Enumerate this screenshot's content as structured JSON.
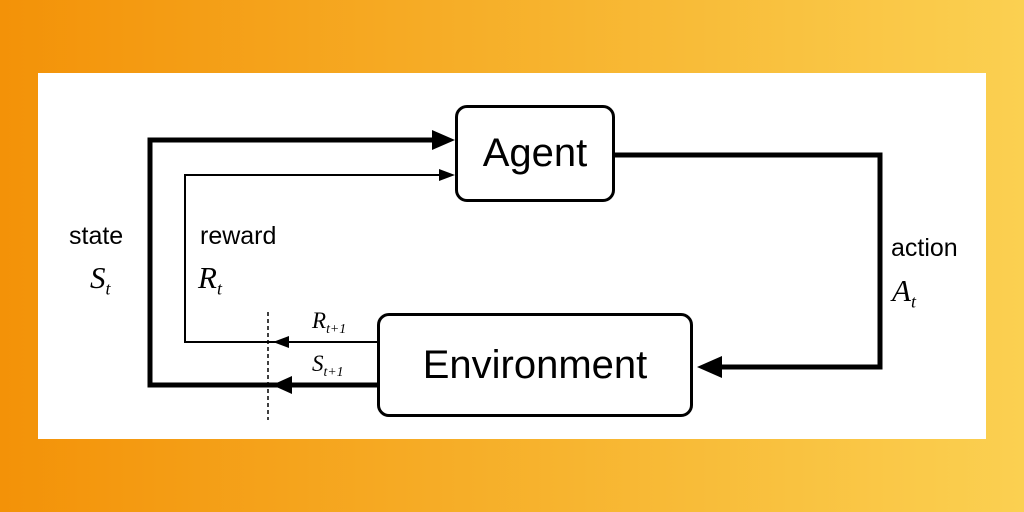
{
  "colors": {
    "gradient_start": "#f39208",
    "gradient_end": "#fbd051",
    "panel": "#ffffff",
    "ink": "#000000"
  },
  "nodes": {
    "agent": "Agent",
    "environment": "Environment"
  },
  "labels": {
    "state": {
      "word": "state",
      "symbol": "S",
      "subscript": "t"
    },
    "reward": {
      "word": "reward",
      "symbol": "R",
      "subscript": "t"
    },
    "action": {
      "word": "action",
      "symbol": "A",
      "subscript": "t"
    },
    "next_reward": {
      "symbol": "R",
      "subscript": "t+1"
    },
    "next_state": {
      "symbol": "S",
      "subscript": "t+1"
    }
  }
}
